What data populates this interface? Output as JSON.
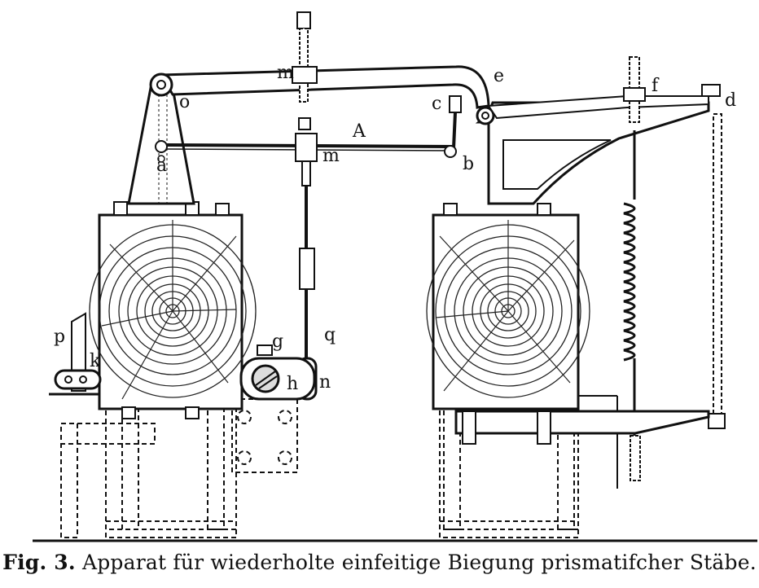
{
  "labels": {
    "m_top": "m",
    "o": "o",
    "a": "a",
    "m_mid": "m",
    "A": "A",
    "c": "c",
    "b": "b",
    "e": "e",
    "f": "f",
    "d": "d",
    "p": "p",
    "k": "k",
    "g": "g",
    "h": "h",
    "n": "n",
    "q": "q"
  },
  "caption": {
    "fig": "Fig. 3.",
    "text": "Apparat für wiederholte einfeitige Biegung prismatifcher Stäbe."
  },
  "colors": {
    "ink": "#111111",
    "paper": "#ffffff"
  }
}
